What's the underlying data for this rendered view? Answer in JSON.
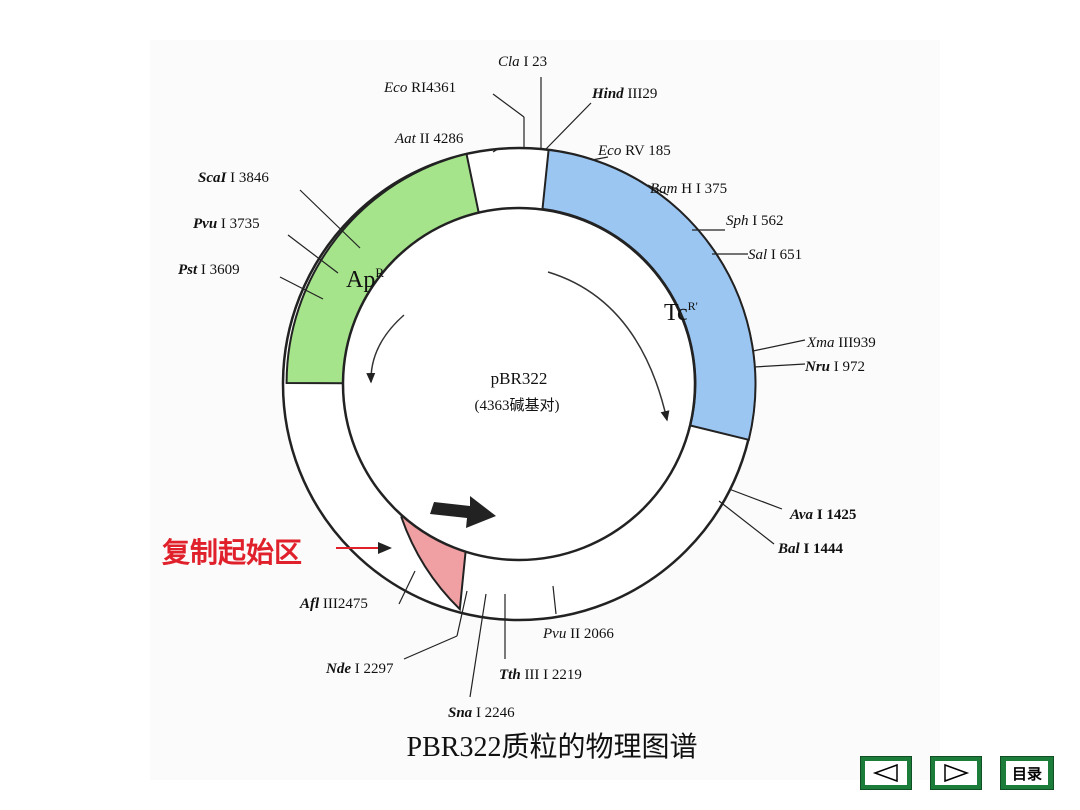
{
  "diagram": {
    "caption": "PBR322质粒的物理图谱",
    "center_name": "pBR322",
    "center_size": "(4363碱基对)",
    "gene_ap": "Ap",
    "gene_ap_sup": "R",
    "gene_tc": "Tc",
    "gene_tc_sup": "R'",
    "origin_label": "复制起始区",
    "colors": {
      "ap": "#a6e48c",
      "tc": "#9cc6f2",
      "ori": "#f0a0a2",
      "origin_text": "#e0202a"
    },
    "sites": [
      {
        "enzyme": "Cla",
        "suffix": "I 23"
      },
      {
        "enzyme": "Eco",
        "suffix": "RI4361"
      },
      {
        "enzyme": "Hind",
        "suffix": "III29"
      },
      {
        "enzyme": "Aat",
        "suffix": "II 4286"
      },
      {
        "enzyme": "Eco",
        "suffix": "RV 185"
      },
      {
        "enzyme": "ScaI",
        "suffix": "I 3846"
      },
      {
        "enzyme": "Bam",
        "suffix": "H I 375"
      },
      {
        "enzyme": "Pvu",
        "suffix": "I 3735"
      },
      {
        "enzyme": "Sph",
        "suffix": "I 562"
      },
      {
        "enzyme": "Sal",
        "suffix": "I 651"
      },
      {
        "enzyme": "Pst",
        "suffix": "I 3609"
      },
      {
        "enzyme": "Xma",
        "suffix": "III939"
      },
      {
        "enzyme": "Nru",
        "suffix": "I 972"
      },
      {
        "enzyme": "Ava",
        "suffix": "I 1425"
      },
      {
        "enzyme": "Bal",
        "suffix": "I 1444"
      },
      {
        "enzyme": "Afl",
        "suffix": "III2475"
      },
      {
        "enzyme": "Pvu",
        "suffix": "II 2066"
      },
      {
        "enzyme": "Nde",
        "suffix": "I 2297"
      },
      {
        "enzyme": "Tth",
        "suffix": "III I 2219"
      },
      {
        "enzyme": "Sna",
        "suffix": "I 2246"
      }
    ]
  },
  "nav": {
    "prev_icon": "prev-arrow-icon",
    "next_icon": "next-arrow-icon",
    "toc_label": "目录"
  }
}
